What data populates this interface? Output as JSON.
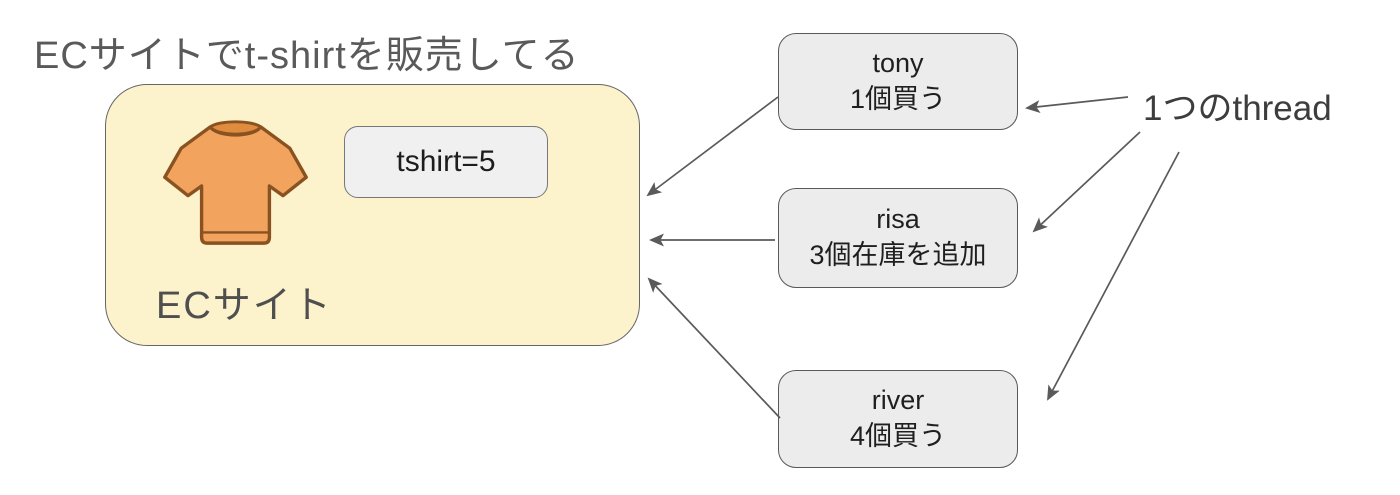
{
  "title": "ECサイトでt-shirtを販売してる",
  "ec_site": {
    "label": "ECサイト",
    "stock_label": "tshirt=5"
  },
  "threads": [
    {
      "name": "tony",
      "action": "1個買う"
    },
    {
      "name": "risa",
      "action": "3個在庫を追加"
    },
    {
      "name": "river",
      "action": "4個買う"
    }
  ],
  "annotation": "1つのthread",
  "colors": {
    "ec_box_fill": "#fcf2cc",
    "thread_box_fill": "#ececec",
    "box_border": "#595959",
    "arrow": "#5a5a5a",
    "tshirt_orange": "#f2a45f",
    "tshirt_outline": "#8a5220",
    "title_text": "#5a5a5a",
    "body_text": "#1f1f1f"
  }
}
